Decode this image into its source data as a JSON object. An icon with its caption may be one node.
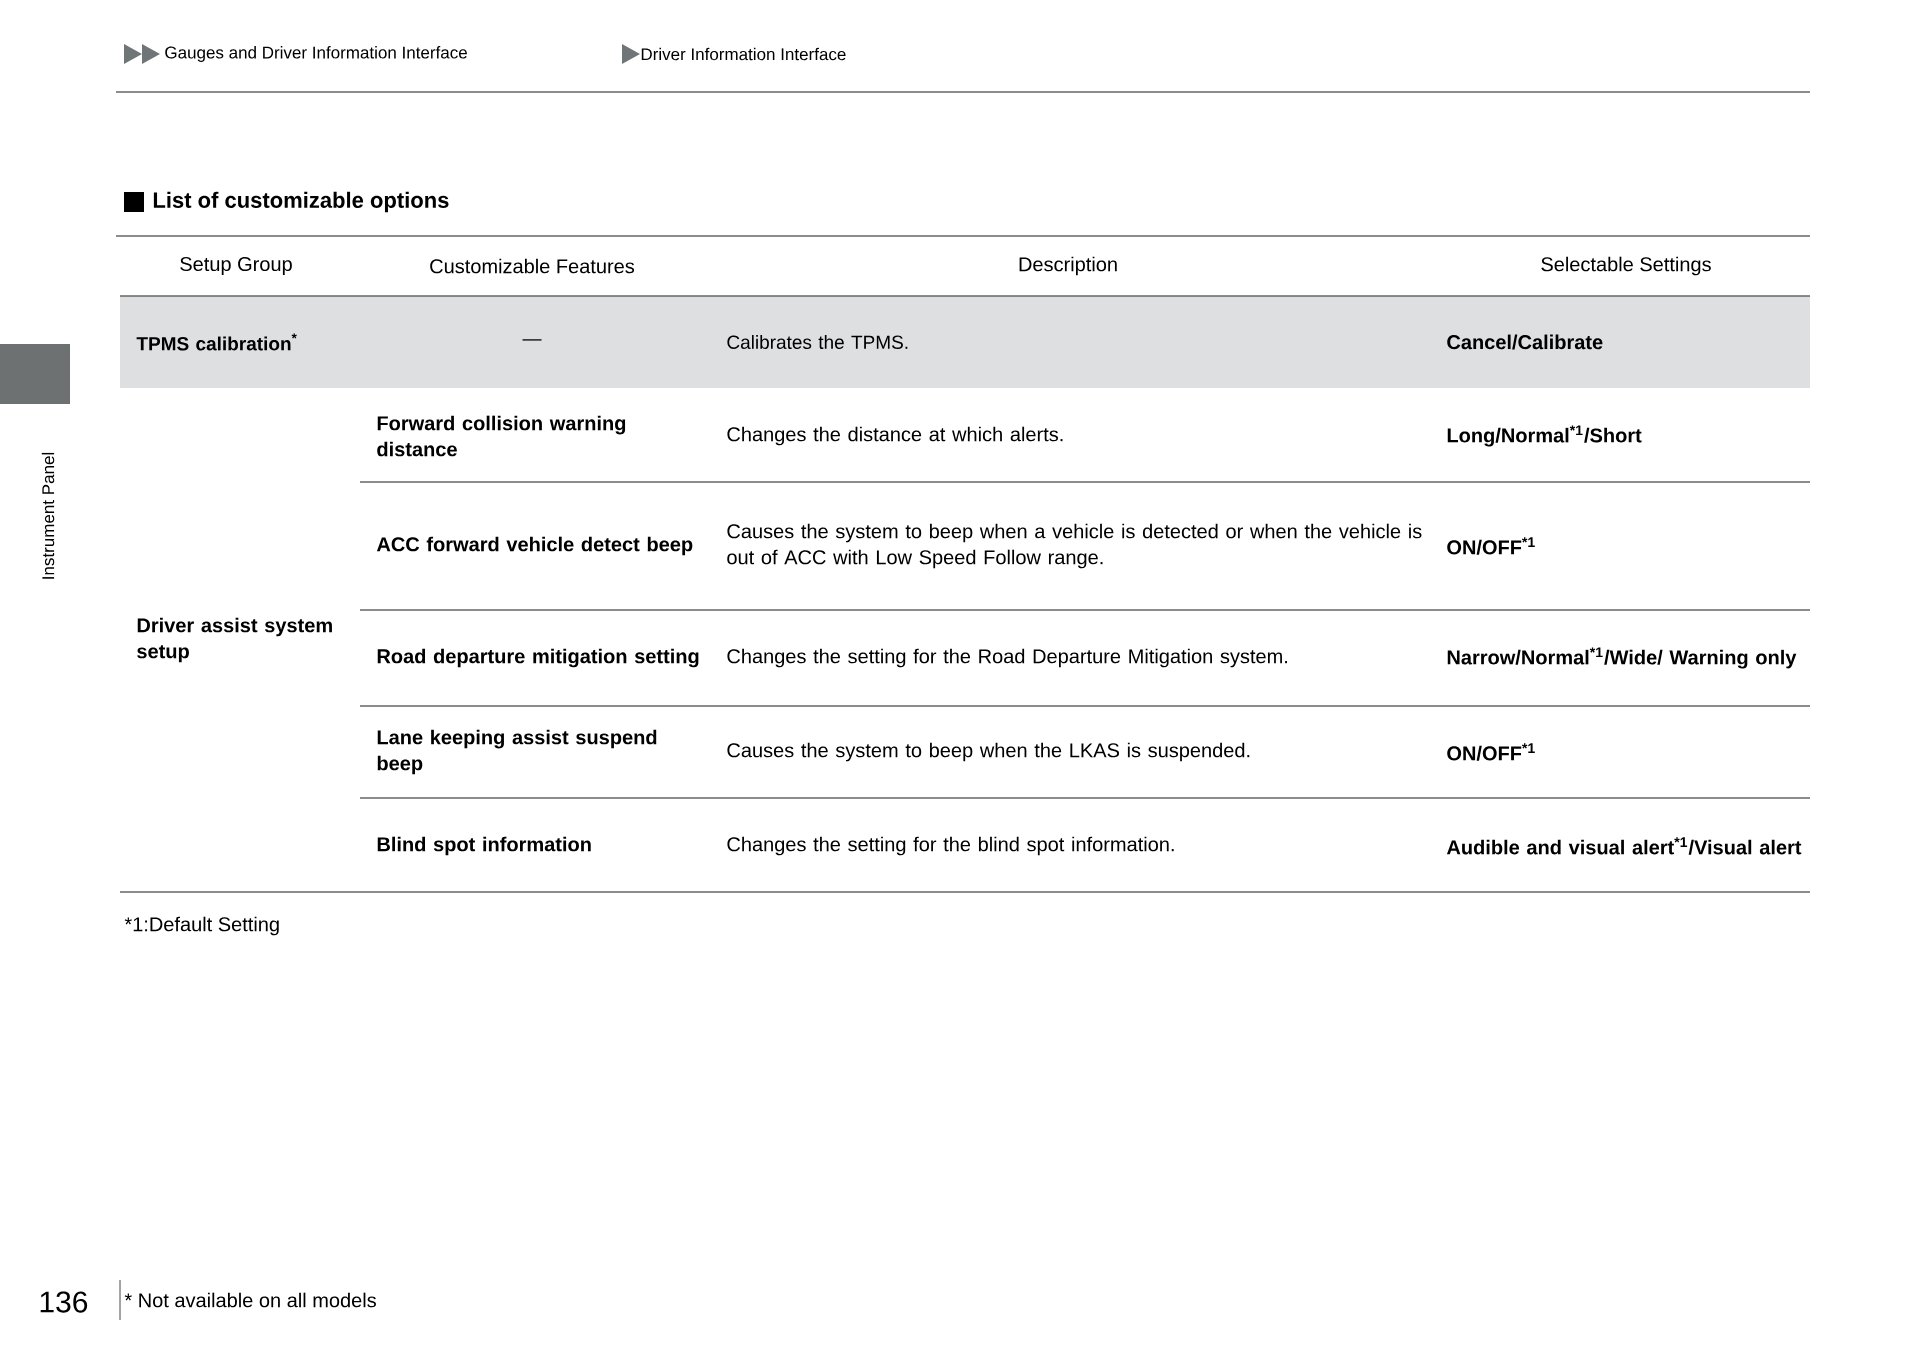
{
  "diagram": {
    "title": "List of customizable options",
    "labels": [
      "Gauges and Driver Information Interface",
      "Driver Information Interface",
      "Instrument Panel",
      "136",
      "Setup Group",
      "Customizable Features",
      "Description",
      "Selectable Settings",
      "TPMS calibration$^{*}$",
      "—",
      "Calibrates the TPMS.",
      "Cancel/Calibrate",
      "Driver assist system setup",
      "Forward collision warning distance",
      "Changes the distance at which alerts.",
      "Long/Normal$^{*1}$/Short",
      "ACC forward vehicle detect beep",
      "Causes the system to beep when a vehicle is detected or when the vehicle is out of ACC with Low Speed Follow range.",
      "ON/OFF$^{*1}$",
      "Road departure mitigation setting",
      "Changes the setting for the Road Departure Mitigation system.",
      "Narrow/Normal$^{*1}$/Wide/ Warning only",
      "Lane keeping assist suspend beep",
      "Causes the system to beep when the LKAS is suspended.",
      "ON/OFF$^{*1}$",
      "Blind spot information",
      "Changes the setting for the blind spot information.",
      "Audible and visual alert$^{*1}$/Visual alert",
      "*1:Default Setting",
      "* Not available on all models"
    ]
  }
}
